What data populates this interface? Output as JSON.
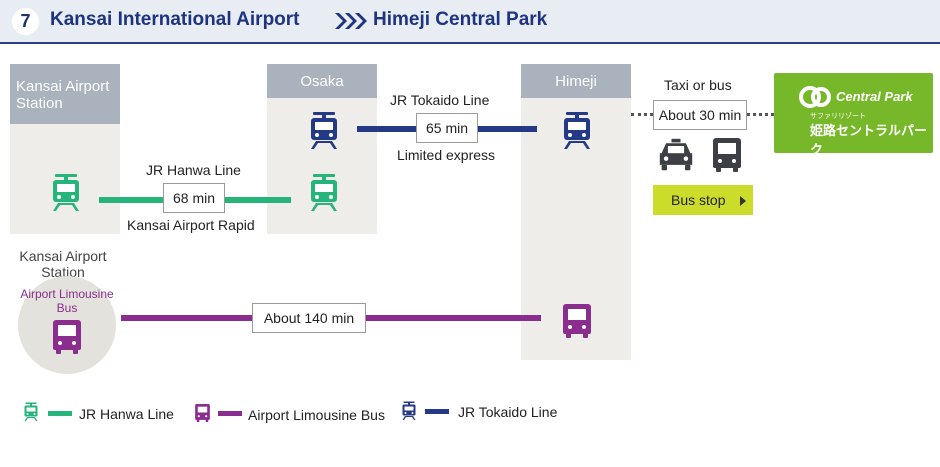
{
  "header": {
    "number": "7",
    "from": "Kansai International Airport",
    "to": "Himeji Central Park"
  },
  "stations": {
    "kansai": "Kansai Airport Station",
    "osaka": "Osaka",
    "himeji": "Himeji",
    "kansai_bus": "Kansai Airport Station"
  },
  "routes": {
    "hanwa": {
      "name": "JR Hanwa Line",
      "time": "68 min",
      "service": "Kansai Airport Rapid"
    },
    "tokaido": {
      "name": "JR Tokaido Line",
      "time": "65 min",
      "service": "Limited express"
    },
    "limousine": {
      "name": "Airport Limousine Bus",
      "time": "About 140 min"
    },
    "taxi": {
      "name": "Taxi or bus",
      "time": "About 30 min"
    }
  },
  "bus_stop_label": "Bus stop",
  "logo": {
    "brand": "Central Park",
    "japanese": "姫路セントラルパーク",
    "small": "サファリリゾート"
  },
  "legend": [
    {
      "icon": "train-icon",
      "color": "#27b47a",
      "label": "JR Hanwa Line"
    },
    {
      "icon": "bus-icon",
      "color": "#8a2d8f",
      "label": "Airport Limousine Bus"
    },
    {
      "icon": "train-icon",
      "color": "#253a86",
      "label": "JR Tokaido Line"
    }
  ],
  "colors": {
    "hanwa": "#27b47a",
    "tokaido": "#253a86",
    "limousine": "#8a2d8f",
    "header": "#1e3480"
  }
}
